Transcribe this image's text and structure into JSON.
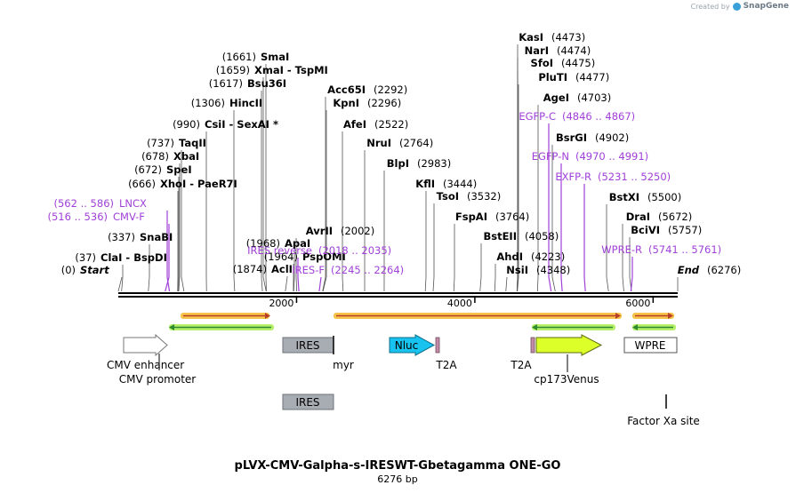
{
  "brand": {
    "created_by": "Created by",
    "name": "SnapGene"
  },
  "title": "pLVX-CMV-Galpha-s-IRESWT-Gbetagamma ONE-GO",
  "subtitle": "6276 bp",
  "sequence_length": 6276,
  "ruler_ticks": [
    2000,
    4000,
    6000
  ],
  "sites": [
    {
      "name": "Start",
      "pos": "(0)",
      "bp": 0,
      "style": "bi"
    },
    {
      "name": "ClaI - BspDI",
      "pos": "(37)",
      "bp": 37,
      "style": "b"
    },
    {
      "name": "SnaBI",
      "pos": "(337)",
      "bp": 337,
      "style": "b"
    },
    {
      "name": "CMV-F",
      "pos": "(516 .. 536)",
      "bp": 526,
      "style": "p"
    },
    {
      "name": "LNCX",
      "pos": "(562 .. 586)",
      "bp": 574,
      "style": "p"
    },
    {
      "name": "XhoI - PaeR7I",
      "pos": "(666)",
      "bp": 666,
      "style": "b"
    },
    {
      "name": "SpeI",
      "pos": "(672)",
      "bp": 672,
      "style": "b"
    },
    {
      "name": "XbaI",
      "pos": "(678)",
      "bp": 678,
      "style": "b"
    },
    {
      "name": "TaqII",
      "pos": "(737)",
      "bp": 737,
      "style": "b"
    },
    {
      "name": "CsiI - SexAI *",
      "pos": "(990)",
      "bp": 990,
      "style": "b"
    },
    {
      "name": "HincII",
      "pos": "(1306)",
      "bp": 1306,
      "style": "b"
    },
    {
      "name": "Bsu36I",
      "pos": "(1617)",
      "bp": 1617,
      "style": "b"
    },
    {
      "name": "XmaI - TspMI",
      "pos": "(1659)",
      "bp": 1659,
      "style": "b"
    },
    {
      "name": "SmaI",
      "pos": "(1661)",
      "bp": 1661,
      "style": "b"
    },
    {
      "name": "AclI",
      "pos": "(1874)",
      "bp": 1874,
      "style": "b"
    },
    {
      "name": "PspOMI",
      "pos": "(1964)",
      "bp": 1964,
      "style": "b"
    },
    {
      "name": "ApaI",
      "pos": "(1968)",
      "bp": 1968,
      "style": "b"
    },
    {
      "name": "AvrII",
      "pos": "(2002)",
      "bp": 2002,
      "style": "b"
    },
    {
      "name": "IRES reverse",
      "pos": "(2018 .. 2035)",
      "bp": 2026,
      "style": "p"
    },
    {
      "name": "IRES-F",
      "pos": "(2245 .. 2264)",
      "bp": 2254,
      "style": "p"
    },
    {
      "name": "Acc65I",
      "pos": "(2292)",
      "bp": 2292,
      "style": "b"
    },
    {
      "name": "KpnI",
      "pos": "(2296)",
      "bp": 2296,
      "style": "b"
    },
    {
      "name": "AfeI",
      "pos": "(2522)",
      "bp": 2522,
      "style": "b"
    },
    {
      "name": "NruI",
      "pos": "(2764)",
      "bp": 2764,
      "style": "b"
    },
    {
      "name": "BlpI",
      "pos": "(2983)",
      "bp": 2983,
      "style": "b"
    },
    {
      "name": "KflI",
      "pos": "(3444)",
      "bp": 3444,
      "style": "b"
    },
    {
      "name": "TsoI",
      "pos": "(3532)",
      "bp": 3532,
      "style": "b"
    },
    {
      "name": "FspAI",
      "pos": "(3764)",
      "bp": 3764,
      "style": "b"
    },
    {
      "name": "BstEII",
      "pos": "(4058)",
      "bp": 4058,
      "style": "b"
    },
    {
      "name": "AhdI",
      "pos": "(4223)",
      "bp": 4223,
      "style": "b"
    },
    {
      "name": "NsiI",
      "pos": "(4348)",
      "bp": 4348,
      "style": "b"
    },
    {
      "name": "KasI",
      "pos": "(4473)",
      "bp": 4473,
      "style": "b"
    },
    {
      "name": "NarI",
      "pos": "(4474)",
      "bp": 4474,
      "style": "b"
    },
    {
      "name": "SfoI",
      "pos": "(4475)",
      "bp": 4475,
      "style": "b"
    },
    {
      "name": "PluTI",
      "pos": "(4477)",
      "bp": 4477,
      "style": "b"
    },
    {
      "name": "AgeI",
      "pos": "(4703)",
      "bp": 4703,
      "style": "b"
    },
    {
      "name": "EGFP-C",
      "pos": "(4846 .. 4867)",
      "bp": 4856,
      "style": "p"
    },
    {
      "name": "BsrGI",
      "pos": "(4902)",
      "bp": 4902,
      "style": "b"
    },
    {
      "name": "EGFP-N",
      "pos": "(4970 .. 4991)",
      "bp": 4980,
      "style": "p"
    },
    {
      "name": "EXFP-R",
      "pos": "(5231 .. 5250)",
      "bp": 5240,
      "style": "p"
    },
    {
      "name": "BstXI",
      "pos": "(5500)",
      "bp": 5500,
      "style": "b"
    },
    {
      "name": "DraI",
      "pos": "(5672)",
      "bp": 5672,
      "style": "b"
    },
    {
      "name": "BciVI",
      "pos": "(5757)",
      "bp": 5757,
      "style": "b"
    },
    {
      "name": "WPRE-R",
      "pos": "(5741 .. 5761)",
      "bp": 5751,
      "style": "p"
    },
    {
      "name": "End",
      "pos": "(6276)",
      "bp": 6276,
      "style": "bi"
    }
  ],
  "features": [
    {
      "name": "CMV enhancer",
      "color": "#ffffff",
      "shape": "arrow-right"
    },
    {
      "name": "CMV promoter",
      "color": "#ffffff",
      "shape": "none"
    },
    {
      "name": "IRES",
      "color": "#a8adb3",
      "shape": "box"
    },
    {
      "name": "myr",
      "color": "#000000",
      "shape": "line"
    },
    {
      "name": "Nluc",
      "color": "#19c3f0",
      "shape": "arrow-right"
    },
    {
      "name": "T2A",
      "color": "#c08aa8",
      "shape": "small"
    },
    {
      "name": "T2A",
      "color": "#c08aa8",
      "shape": "small"
    },
    {
      "name": "cp173Venus",
      "color": "#dcff2a",
      "shape": "arrow-right"
    },
    {
      "name": "WPRE",
      "color": "#ffffff",
      "shape": "box"
    },
    {
      "name": "IRES",
      "color": "#a8adb3",
      "shape": "box"
    },
    {
      "name": "Factor Xa site",
      "color": "#000000",
      "shape": "line"
    }
  ],
  "colors": {
    "primer": "#a040d8",
    "orf_forward_fill": "#f7c34a",
    "orf_forward_core": "#b8402a",
    "orf_reverse_fill": "#b6f06a",
    "orf_reverse_core": "#2e8a2e",
    "backbone": "#000000"
  }
}
